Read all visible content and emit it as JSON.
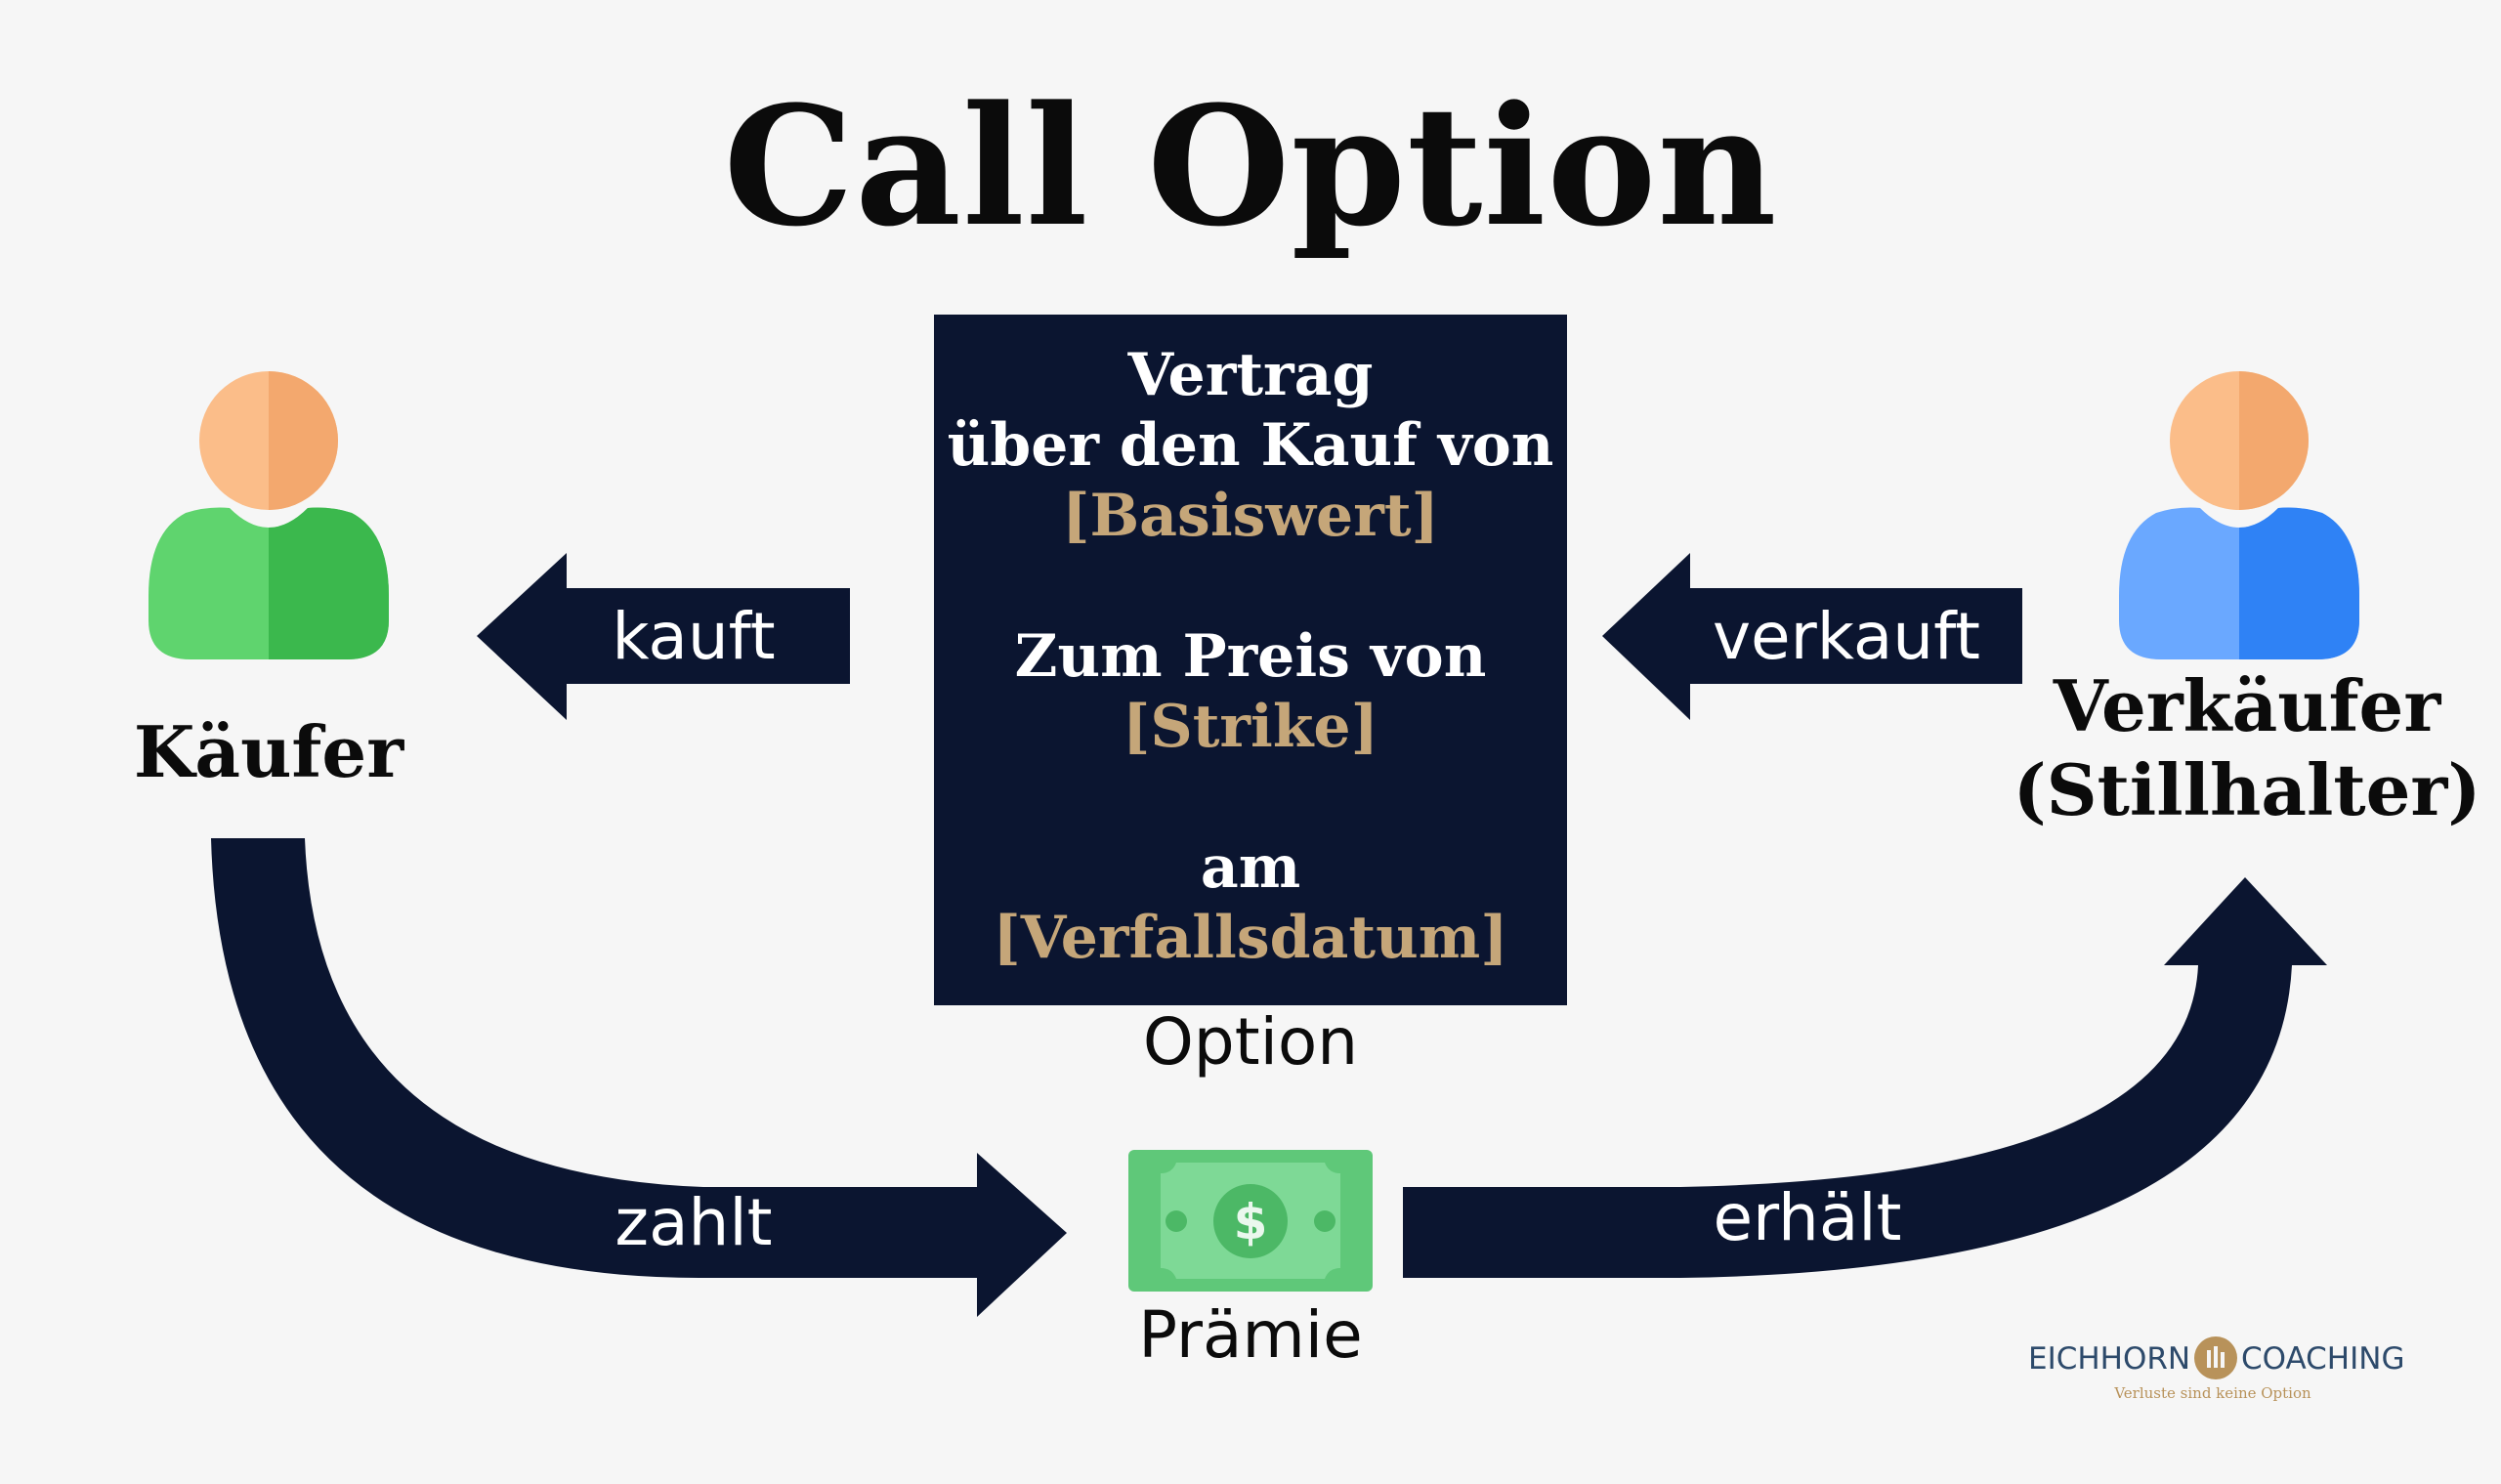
{
  "title": "Call Option",
  "contract": {
    "line1": "Vertrag",
    "line2": "über den Kauf von",
    "underlying": "[Basiswert]",
    "line3": "Zum Preis von",
    "strike": "[Strike]",
    "line4": "am",
    "expiry": "[Verfallsdatum]"
  },
  "labels": {
    "option": "Option",
    "premium": "Prämie",
    "buyer": "Käufer",
    "seller_line1": "Verkäufer",
    "seller_line2": "(Stillhalter)"
  },
  "arrows": {
    "buys": "kauft",
    "sells": "verkauft",
    "pays": "zahlt",
    "receives": "erhält"
  },
  "logo": {
    "name_left": "EICHHORN",
    "name_right": "COACHING",
    "tagline": "Verluste sind keine Option"
  },
  "colors": {
    "navy": "#0b1530",
    "gold": "#c5a679",
    "buyer_green": "#4cca63",
    "seller_blue": "#4a8ff8",
    "head_peach": "#f5ad74",
    "money_green": "#5fc879"
  },
  "icons": {
    "buyer": "person-icon",
    "seller": "person-icon",
    "premium": "banknote-dollar-icon"
  }
}
